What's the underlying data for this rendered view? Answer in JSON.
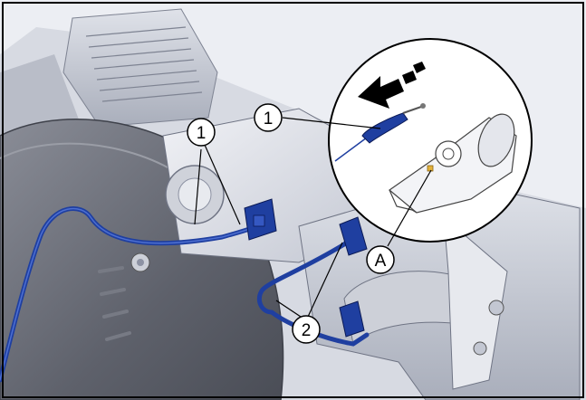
{
  "callouts": {
    "c1_left": "1",
    "c1_inset": "1",
    "c2": "2",
    "cA": "A"
  },
  "colors": {
    "harness_blue": "#1f3fa0",
    "harness_dark": "#13287a",
    "metal_light": "#e4e6ec",
    "metal_mid": "#bfc3cf",
    "metal_dark": "#8d92a3",
    "tire_dark": "#5b5e68",
    "frame": "#000000",
    "sensor_tip": "#e3b23c"
  }
}
